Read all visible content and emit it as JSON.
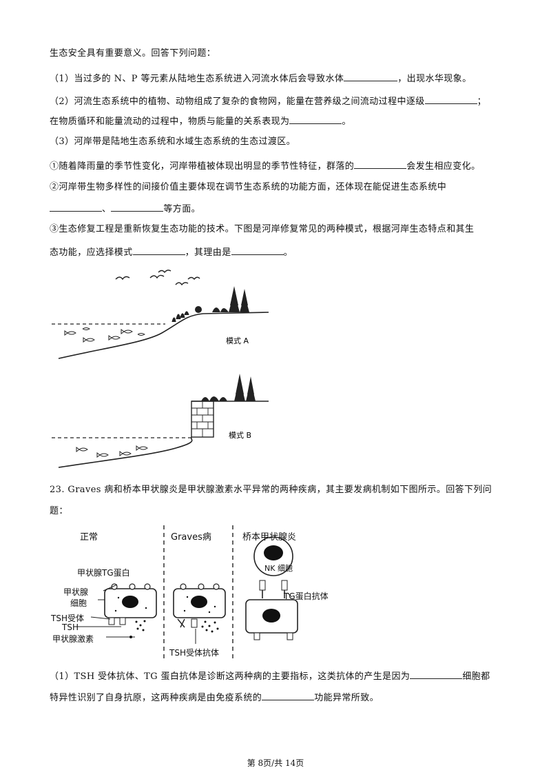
{
  "q22": {
    "intro": "生态安全具有重要意义。回答下列问题：",
    "p1a": "（1）当过多的 N、P 等元素从陆地生态系统进入河流水体后会导致水体",
    "p1b": "，出现水华现象。",
    "p2a": "（2）河流生态系统中的植物、动物组成了复杂的食物网，能量在营养级之间流动过程中逐级",
    "p2b": "；",
    "p2c": "在物质循环和能量流动的过程中，物质与能量的关系表现为",
    "p2d": "。",
    "p3": "（3）河岸带是陆地生态系统和水域生态系统的生态过渡区。",
    "p3_1a": "①随着降雨量的季节性变化，河岸带植被体现出明显的季节性特征，群落的",
    "p3_1b": "会发生相应变化。",
    "p3_2a": "②河岸带生物多样性的间接价值主要体现在调节生态系统的功能方面，还体现在能促进生态系统中",
    "p3_2b": "、",
    "p3_2c": "等方面。",
    "p3_3a": "③生态修复工程是重新恢复生态功能的技术。下图是河岸修复常见的两种模式，根据河岸生态特点和其生",
    "p3_3b": "态功能，应选择模式",
    "p3_3c": "，其理由是",
    "p3_3d": "。",
    "figA_label": "模式 A",
    "figB_label": "模式 B"
  },
  "q23": {
    "intro_a": "23. Graves 病和桥本甲状腺炎是甲状腺激素水平异常的两种疾病，其主要发病机制如下图所示。回答下列问",
    "intro_b": "题：",
    "fig": {
      "normal": "正常",
      "graves": "Graves病",
      "hashimoto": "桥本甲状腺炎",
      "tg_protein": "甲状腺TG蛋白",
      "thyroid_cell_1": "甲状腺",
      "thyroid_cell_2": "细胞",
      "tsh_receptor": "TSH受体",
      "tsh": "TSH",
      "thyroid_hormone": "甲状腺激素",
      "nk_cell": "NK 细胞",
      "tg_antibody": "TG蛋白抗体",
      "tsh_receptor_antibody": "TSH受体抗体"
    },
    "p1a": "（1）TSH 受体抗体、TG 蛋白抗体是诊断这两种病的主要指标，这类抗体的产生是因为",
    "p1b": "细胞都",
    "p1c": "特异性识别了自身抗原，这两种疾病是由免疫系统的",
    "p1d": "功能异常所致。"
  },
  "footer": "第 8页/共 14页"
}
